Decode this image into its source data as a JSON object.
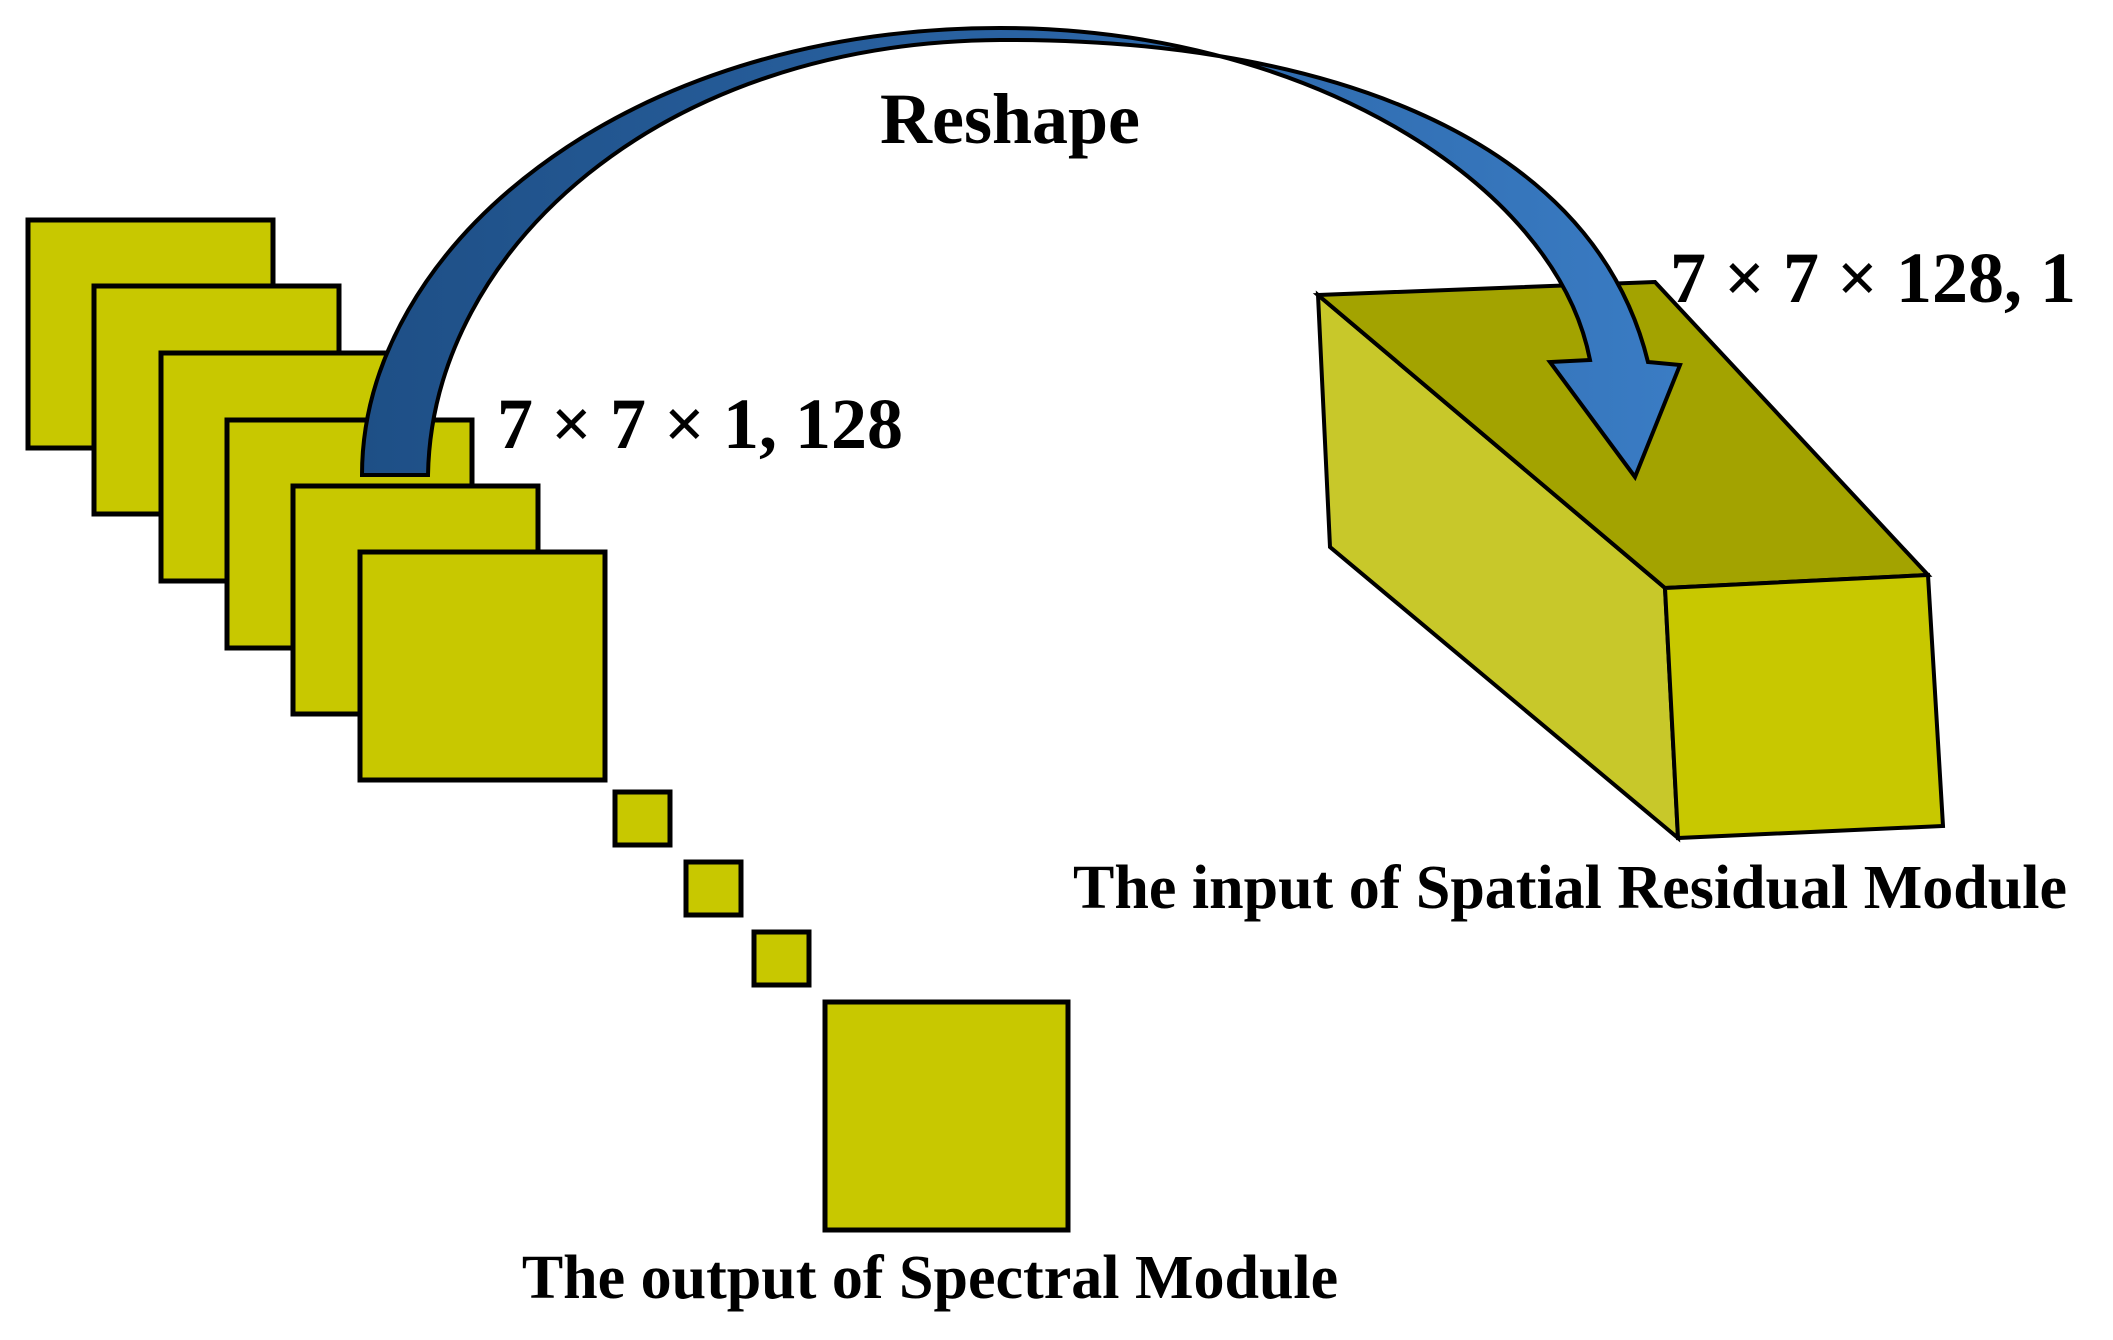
{
  "diagram": {
    "reshape_label": "Reshape",
    "left_dim_label": "7 × 7 × 1, 128",
    "right_dim_label": "7 × 7 × 128, 1",
    "left_caption": "The output of Spectral Module",
    "right_caption": "The input of Spatial Residual Module"
  },
  "colors": {
    "block_fill": "#c8c800",
    "block_top": "#a3a300",
    "arrow_fill": "#2e6fb3",
    "arrow_fill_dark": "#1e4f86",
    "stroke": "#000000",
    "background": "#ffffff"
  },
  "icons": {
    "arrow": "curved-arrow-icon"
  }
}
